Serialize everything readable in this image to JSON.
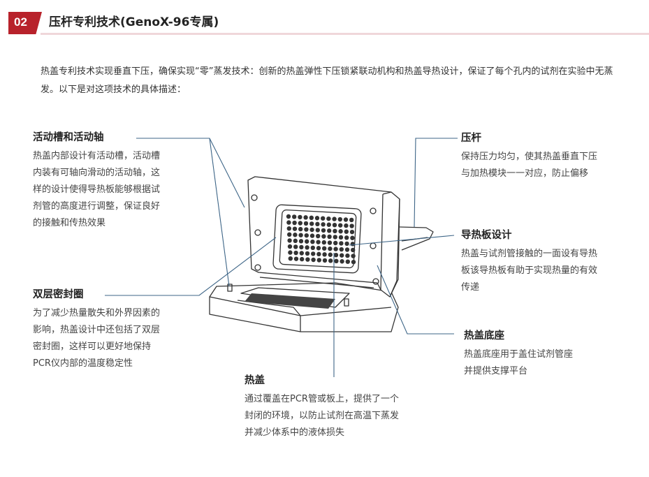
{
  "header": {
    "number": "02",
    "title": "压杆专利技术(GenoX-96专属)"
  },
  "intro": "热盖专利技术实现垂直下压，确保实现“零”蒸发技术：创新的热盖弹性下压锁紧联动机构和热盖导热设计，保证了每个孔内的试剂在实验中无蒸发。以下是对这项技术的具体描述：",
  "features": {
    "slot": {
      "title": "活动槽和活动轴",
      "lines": [
        "热盖内部设计有活动槽，活动槽",
        "内装有可轴向滑动的活动轴，这",
        "样的设计使得导热板能够根据试",
        "剂管的高度进行调整，保证良好",
        "的接触和传热效果"
      ]
    },
    "seal": {
      "title": "双层密封圈",
      "lines": [
        "为了减少热量散失和外界因素的",
        "影响，热盖设计中还包括了双层",
        "密封圈，这样可以更好地保持",
        "PCR仪内部的温度稳定性"
      ]
    },
    "lid": {
      "title": "热盖",
      "lines": [
        "通过覆盖在PCR管或板上，提供了一个",
        "封闭的环境，以防止试剂在高温下蒸发",
        "并减少体系中的液体损失"
      ]
    },
    "lever": {
      "title": "压杆",
      "lines": [
        "保持压力均匀，使其热盖垂直下压",
        "与加热模块一一对应，防止偏移"
      ]
    },
    "plate": {
      "title": "导热板设计",
      "lines": [
        "热盖与试剂管接触的一面设有导热",
        "板该导热板有助于实现热量的有效",
        "传递"
      ]
    },
    "base": {
      "title": "热盖底座",
      "lines": [
        "热盖底座用于盖住试剂管座",
        "并提供支撑平台"
      ]
    }
  },
  "colors": {
    "accent": "#b8222b",
    "leader": "#3d6587"
  }
}
